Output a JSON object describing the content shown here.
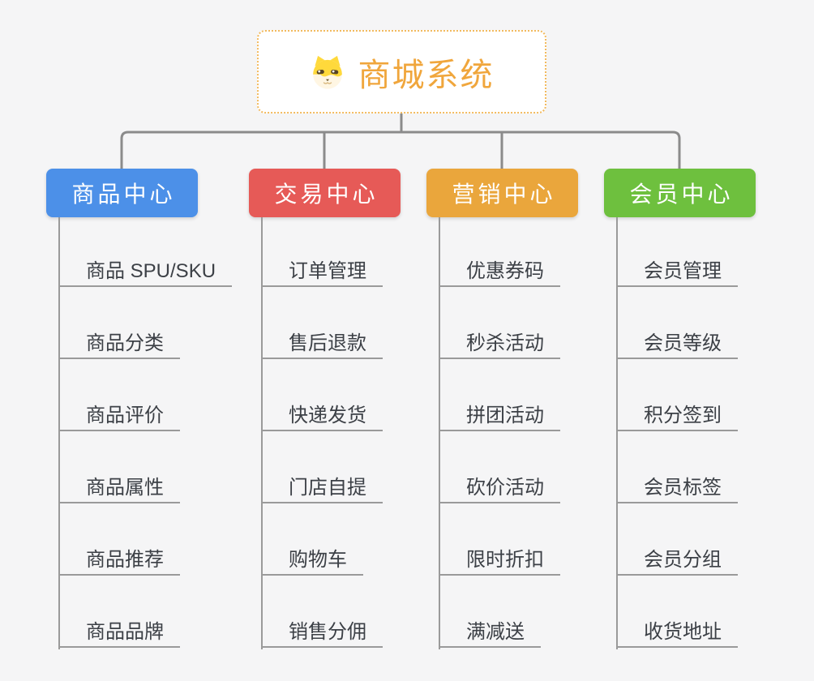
{
  "root": {
    "title": "商城系统",
    "icon": "dog-face-icon"
  },
  "branches": [
    {
      "label": "商品中心",
      "color": "#4C90E8",
      "children": [
        "商品 SPU/SKU",
        "商品分类",
        "商品评价",
        "商品属性",
        "商品推荐",
        "商品品牌"
      ]
    },
    {
      "label": "交易中心",
      "color": "#E65A57",
      "children": [
        "订单管理",
        "售后退款",
        "快递发货",
        "门店自提",
        "购物车",
        "销售分佣"
      ]
    },
    {
      "label": "营销中心",
      "color": "#EAA63C",
      "children": [
        "优惠券码",
        "秒杀活动",
        "拼团活动",
        "砍价活动",
        "限时折扣",
        "满减送"
      ]
    },
    {
      "label": "会员中心",
      "color": "#6EC03E",
      "children": [
        "会员管理",
        "会员等级",
        "积分签到",
        "会员标签",
        "会员分组",
        "收货地址"
      ]
    }
  ],
  "colors": {
    "background": "#F5F5F6",
    "root_text": "#F0A63C",
    "root_border": "#F2BA5E",
    "branch_text": "#FFFFFF",
    "connector": "#8B8B8B",
    "item_line": "#9A9A9A",
    "item_text": "#3C4046"
  }
}
